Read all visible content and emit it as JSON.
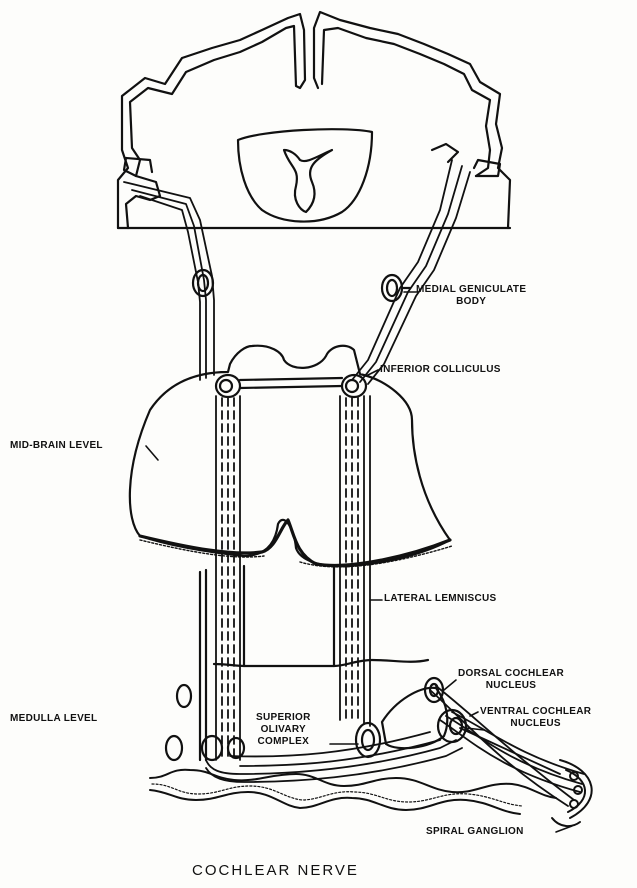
{
  "labels": {
    "medial_geniculate": [
      "MEDIAL GENICULATE",
      "BODY"
    ],
    "inferior_colliculus": "INFERIOR COLLICULUS",
    "mid_brain_level": "MID-BRAIN LEVEL",
    "lateral_lemniscus": "LATERAL LEMNISCUS",
    "dorsal_cochlear": [
      "DORSAL COCHLEAR",
      "NUCLEUS"
    ],
    "medulla_level": "MEDULLA LEVEL",
    "superior_olivary": [
      "SUPERIOR",
      "OLIVARY",
      "COMPLEX"
    ],
    "ventral_cochlear": [
      "VENTRAL COCHLEAR",
      "NUCLEUS"
    ],
    "spiral_ganglion": "SPIRAL GANGLION"
  },
  "caption": "COCHLEAR   NERVE",
  "colors": {
    "ink": "#111111",
    "paper": "#fdfdfb"
  }
}
